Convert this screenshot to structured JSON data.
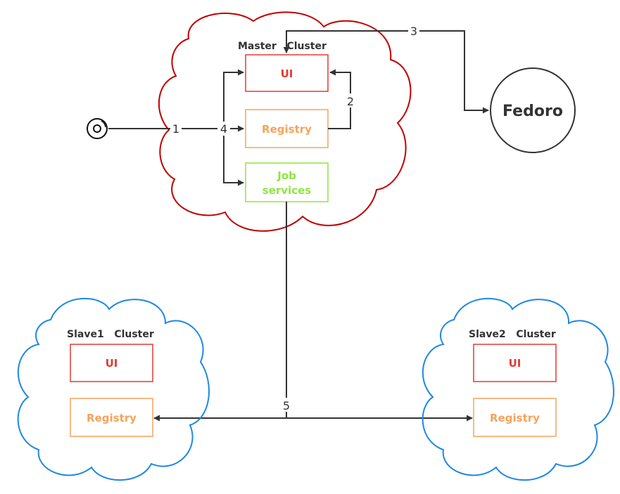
{
  "colors": {
    "master_cloud": "#c00000",
    "slave_cloud": "#1e88e5",
    "ui": "#e53935",
    "registry": "#f5a35c",
    "job": "#8ee53f",
    "line": "#333333"
  },
  "master": {
    "title": "Master   Cluster",
    "ui_label": "UI",
    "registry_label": "Registry",
    "job_label_line1": "Job",
    "job_label_line2": "services"
  },
  "fedoro": {
    "label": "Fedoro"
  },
  "slave1": {
    "title": "Slave1   Cluster",
    "ui_label": "UI",
    "registry_label": "Registry"
  },
  "slave2": {
    "title": "Slave2   Cluster",
    "ui_label": "UI",
    "registry_label": "Registry"
  },
  "steps": {
    "s1": "1",
    "s2": "2",
    "s3": "3",
    "s4": "4",
    "s5": "5"
  },
  "icons": {
    "start": "start-node-icon"
  }
}
